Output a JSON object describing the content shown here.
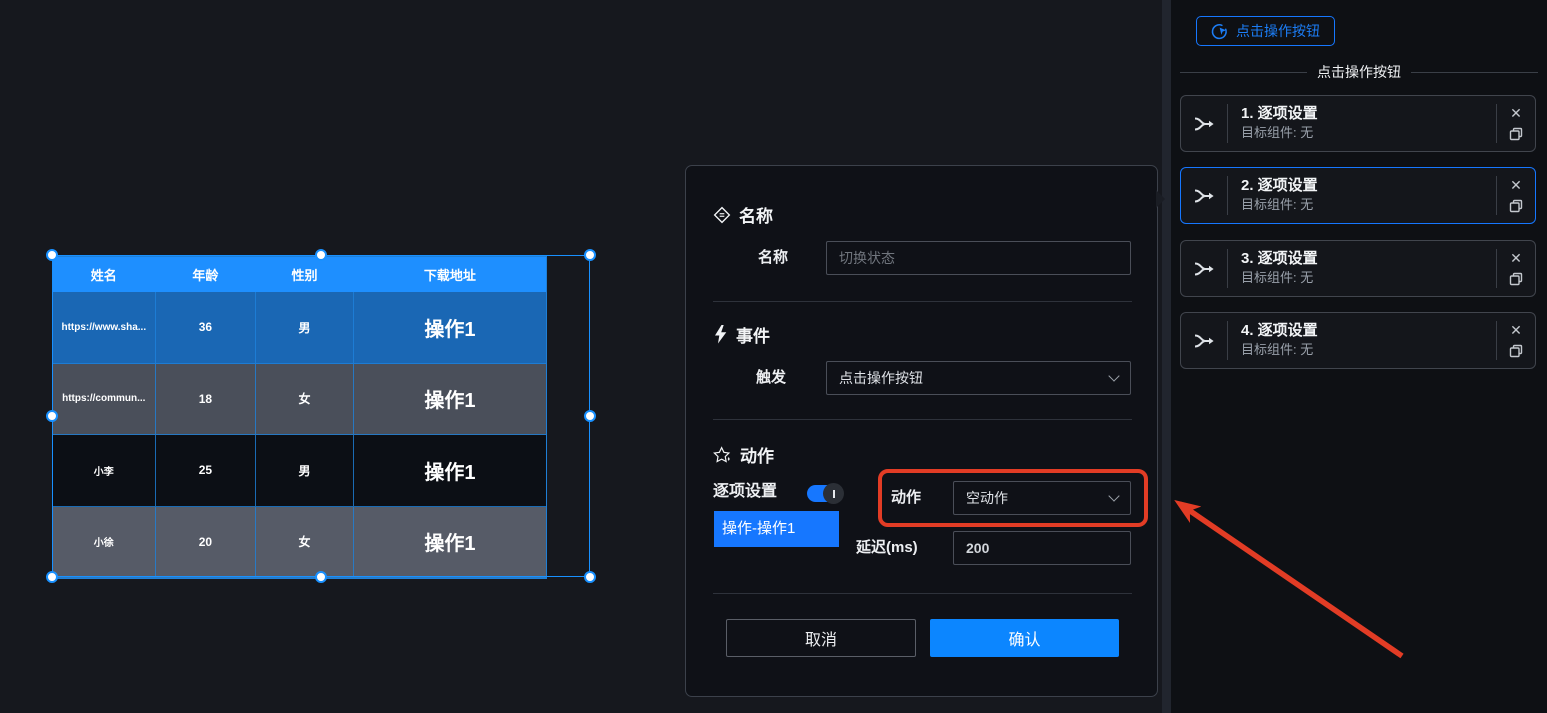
{
  "canvas": {
    "table": {
      "headers": [
        "姓名",
        "年龄",
        "性别",
        "下载地址"
      ],
      "rows": [
        [
          "https://www.sha...",
          "36",
          "男",
          "操作1"
        ],
        [
          "https://commun...",
          "18",
          "女",
          "操作1"
        ],
        [
          "小李",
          "25",
          "男",
          "操作1"
        ],
        [
          "小徐",
          "20",
          "女",
          "操作1"
        ]
      ]
    }
  },
  "modal": {
    "name_section": {
      "title": "名称",
      "field_label": "名称",
      "input_placeholder": "切换状态"
    },
    "event_section": {
      "title": "事件",
      "field_label": "触发",
      "selected_value": "点击操作按钮"
    },
    "action_section": {
      "title": "动作",
      "per_item_label": "逐项设置",
      "item_tab": "操作-操作1",
      "action_label": "动作",
      "action_value": "空动作",
      "delay_label": "延迟(ms)",
      "delay_value": "200"
    },
    "footer": {
      "cancel": "取消",
      "confirm": "确认"
    }
  },
  "right_panel": {
    "trigger_button": "点击操作按钮",
    "group_title": "点击操作按钮",
    "items": [
      {
        "title": "1. 逐项设置",
        "subtitle": "目标组件: 无"
      },
      {
        "title": "2. 逐项设置",
        "subtitle": "目标组件: 无"
      },
      {
        "title": "3. 逐项设置",
        "subtitle": "目标组件: 无"
      },
      {
        "title": "4. 逐项设置",
        "subtitle": "目标组件: 无"
      }
    ]
  },
  "icons": {
    "name_section": "diamond-list-icon",
    "event_section": "lightning-icon",
    "action_section": "star-sparkle-icon",
    "trigger_button": "click-cursor-icon",
    "action_card": "merge-arrow-icon",
    "card_remove": "close-icon",
    "card_copy": "copy-icon"
  },
  "colors": {
    "accent": "#1677ff",
    "table_header": "#1e8fff",
    "selected_row": "#1a67b4",
    "confirm_button": "#0c86ff",
    "annotation_red": "#e23c25"
  }
}
